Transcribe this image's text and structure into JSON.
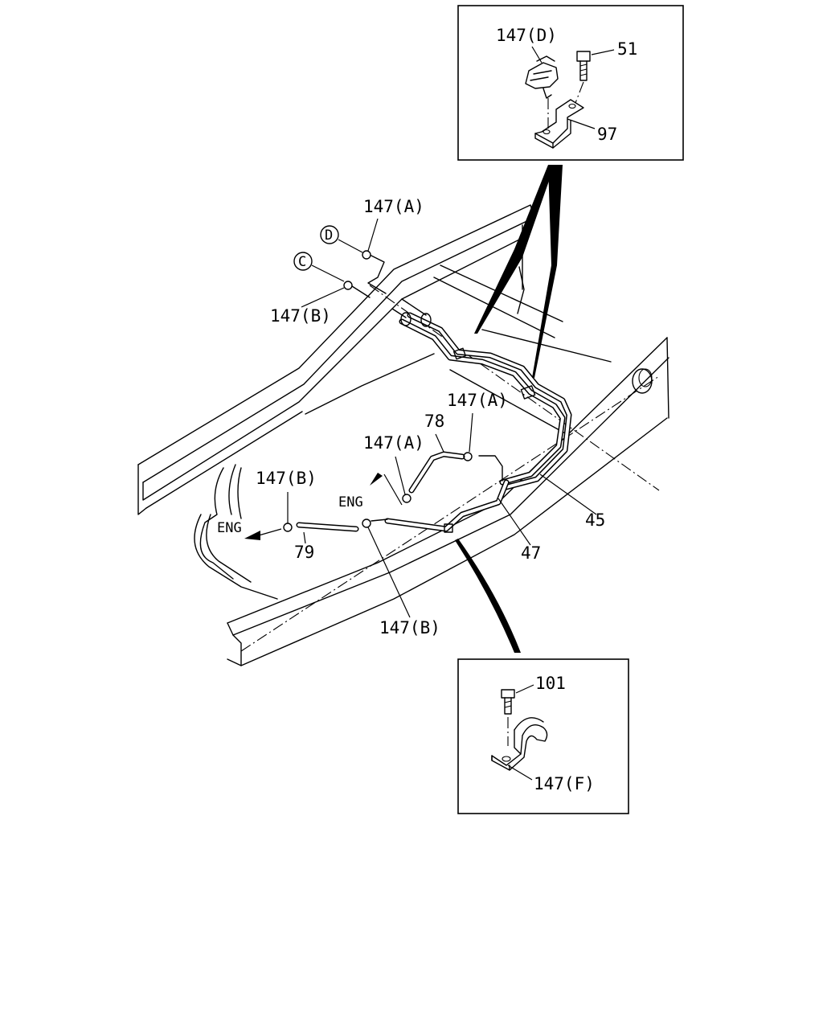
{
  "diagram": {
    "callouts": {
      "d_147D": "147(D)",
      "d_51": "51",
      "d_97": "97",
      "c_147A_top": "147(A)",
      "c_D": "D",
      "c_C": "C",
      "c_147B_top": "147(B)",
      "c_147A_mid": "147(A)",
      "c_78": "78",
      "c_147A_left": "147(A)",
      "c_ENG_mid": "ENG",
      "c_147B_left": "147(B)",
      "c_ENG_left": "ENG",
      "c_79": "79",
      "c_45": "45",
      "c_47": "47",
      "c_147B_bottom": "147(B)",
      "f_101": "101",
      "f_147F": "147(F)"
    }
  }
}
